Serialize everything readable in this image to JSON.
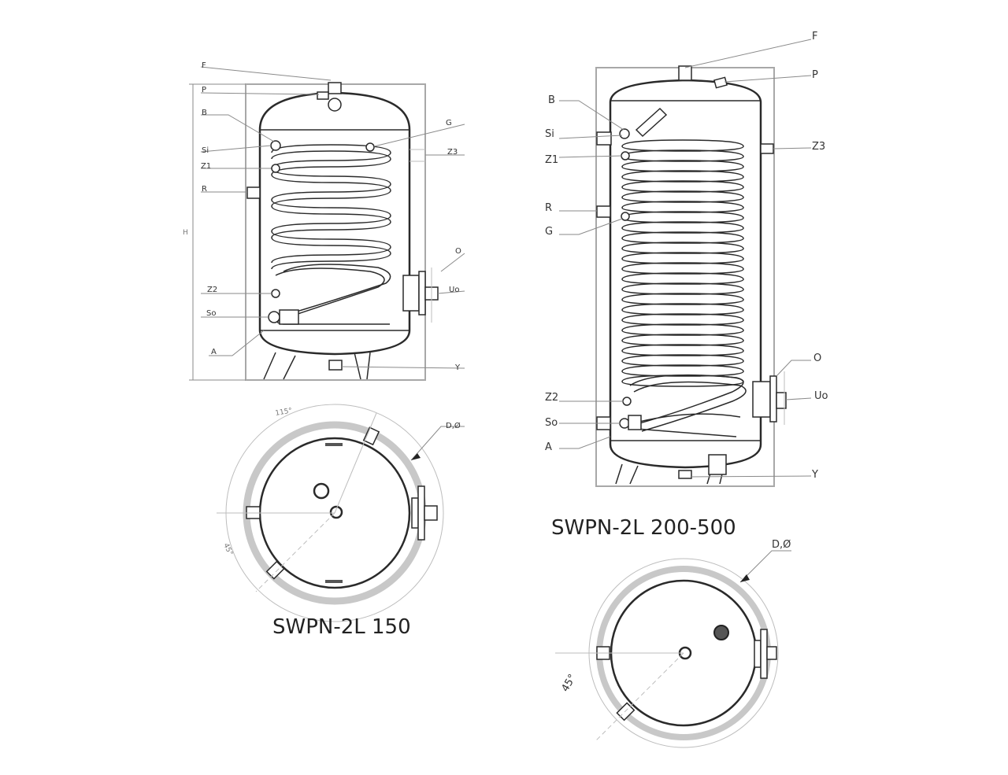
{
  "models": {
    "small": {
      "title": "SWPN-2L 150",
      "labels": {
        "F": "F",
        "P": "P",
        "B": "B",
        "G": "G",
        "Si": "Si",
        "Z3": "Z3",
        "Z1": "Z1",
        "R": "R",
        "H": "H",
        "O": "O",
        "Uo": "Uo",
        "Z2": "Z2",
        "So": "So",
        "A": "A",
        "Y": "Y"
      },
      "top_view": {
        "angle_115": "115°",
        "angle_45": "45°",
        "diameter": "D,Ø"
      }
    },
    "large": {
      "title": "SWPN-2L  200-500",
      "labels": {
        "F": "F",
        "P": "P",
        "B": "B",
        "Si": "Si",
        "Z3": "Z3",
        "Z1": "Z1",
        "R": "R",
        "G": "G",
        "O": "O",
        "Uo": "Uo",
        "Z2": "Z2",
        "So": "So",
        "A": "A",
        "Y": "Y"
      },
      "top_view": {
        "diameter": "D,Ø",
        "angle_45": "45°"
      }
    }
  }
}
